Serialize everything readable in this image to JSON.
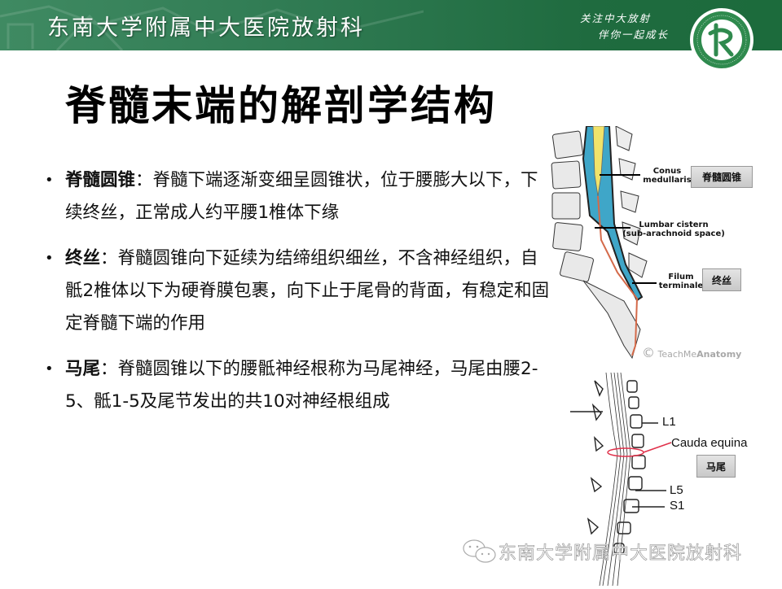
{
  "header": {
    "title": "东南大学附属中大医院放射科",
    "slogan_line1": "关注中大放射",
    "slogan_line2": "伴你一起成长",
    "logo_letter": "R",
    "brand_color": "#1f6b3f"
  },
  "slide": {
    "title": "脊髓末端的解剖学结构",
    "bullets": [
      {
        "term": "脊髓圆锥",
        "sep": "：",
        "text": "脊髓下端逐渐变细呈圆锥状，位于腰膨大以下，下续终丝，正常成人约平腰1椎体下缘"
      },
      {
        "term": "终丝",
        "sep": "：",
        "text": "脊髓圆锥向下延续为结缔组织细丝，不含神经组织，自骶2椎体以下为硬脊膜包裹，向下止于尾骨的背面，有稳定和固定脊髓下端的作用"
      },
      {
        "term": "马尾",
        "sep": "：",
        "text": "脊髓圆锥以下的腰骶神经根称为马尾神经，马尾由腰2-5、骶1-5及尾节发出的共10对神经根组成"
      }
    ]
  },
  "figure_top": {
    "labels": {
      "conus": "Conus\nmedullaris",
      "cistern_l1": "Lumbar cistern",
      "cistern_l2": "(sub-arachnoid space)",
      "filum_l1": "Filum",
      "filum_l2": "terminale"
    },
    "cn_boxes": {
      "conus": "脊髓圆锥",
      "filum": "终丝"
    },
    "copyright_symbol": "©",
    "copyright_light": "TeachMe",
    "copyright_bold": "Anatomy"
  },
  "figure_bottom": {
    "labels": {
      "l1": "L1",
      "cauda": "Cauda equina",
      "l5": "L5",
      "s1": "S1"
    },
    "cn_box": "马尾"
  },
  "watermark": {
    "text": "东南大学附属中大医院放射科",
    "icon": "wechat-icon"
  }
}
